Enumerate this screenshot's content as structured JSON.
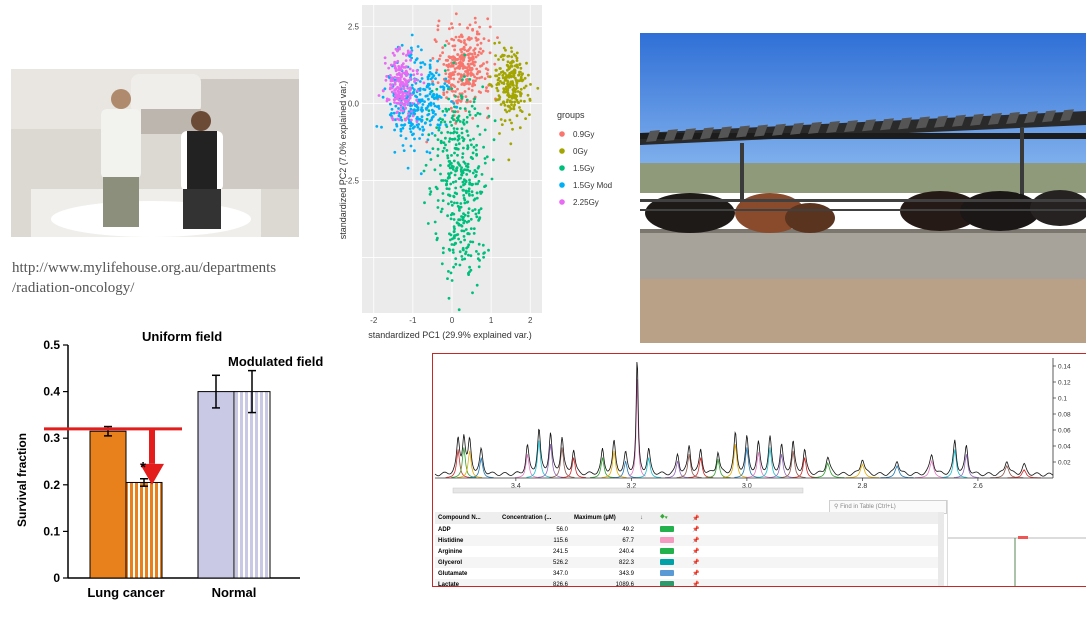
{
  "photo_caption": {
    "line1": "http://www.mylifehouse.org.au/departments",
    "line2": "/radiation-oncology/"
  },
  "pca": {
    "ylabel": "standardized PC2 (7.0% explained var.)",
    "xlabel": "standardized PC1 (29.9% explained var.)",
    "x_ticks": [
      "-2",
      "-1",
      "0",
      "1",
      "2"
    ],
    "y_ticks": [
      "2.5",
      "0.0",
      "-2.5"
    ],
    "legend_title": "groups",
    "groups": [
      {
        "name": "0.9Gy",
        "color": "#f8766d"
      },
      {
        "name": "0Gy",
        "color": "#a3a500"
      },
      {
        "name": "1.5Gy",
        "color": "#00bf7d"
      },
      {
        "name": "1.5Gy Mod",
        "color": "#00b0f6"
      },
      {
        "name": "2.25Gy",
        "color": "#e76bf3"
      }
    ]
  },
  "chart_data": {
    "type": "bar",
    "title": "",
    "categories": [
      "Lung cancer",
      "Normal"
    ],
    "series": [
      {
        "name": "Uniform field",
        "values": [
          0.315,
          0.4
        ],
        "errors": [
          0.01,
          0.035
        ],
        "colors": [
          "#e8801c",
          "#c9c9e6"
        ]
      },
      {
        "name": "Modulated field",
        "values": [
          0.205,
          0.4
        ],
        "errors": [
          0.008,
          0.045
        ],
        "colors": [
          "#e8801c",
          "#c9c9e6"
        ]
      }
    ],
    "ylabel": "Survival fraction",
    "ylim": [
      0,
      0.5
    ],
    "y_ticks": [
      "0",
      "0.1",
      "0.2",
      "0.3",
      "0.4",
      "0.5"
    ],
    "reference_line": 0.32,
    "annotation": "*"
  },
  "nmr": {
    "x_ticks": [
      "3.4",
      "3.2",
      "3.0",
      "2.8",
      "2.6"
    ],
    "y_ticks": [
      "0.14",
      "0.12",
      "0.1",
      "0.08",
      "0.06",
      "0.04",
      "0.02"
    ],
    "search_placeholder": "Find in Table (Ctrl+L)",
    "columns": [
      "Compound N...",
      "Concentration (...",
      "Maximum (µM)"
    ],
    "rows": [
      {
        "name": "ADP",
        "conc": "56.0",
        "max": "49.2",
        "color": "#22b14c"
      },
      {
        "name": "Histidine",
        "conc": "115.6",
        "max": "67.7",
        "color": "#f49ac1"
      },
      {
        "name": "Arginine",
        "conc": "241.5",
        "max": "240.4",
        "color": "#22b14c"
      },
      {
        "name": "Glycerol",
        "conc": "526.2",
        "max": "822.3",
        "color": "#00a2a8"
      },
      {
        "name": "Glutamate",
        "conc": "347.0",
        "max": "343.9",
        "color": "#5b9bd5"
      },
      {
        "name": "Lactate",
        "conc": "826.6",
        "max": "1089.6",
        "color": "#2e9a6c"
      }
    ]
  }
}
